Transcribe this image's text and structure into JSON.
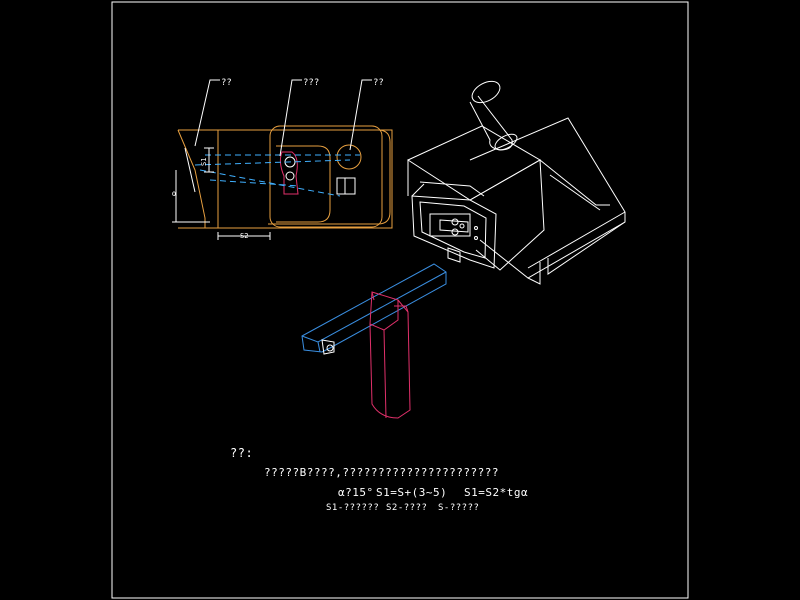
{
  "drawing": {
    "callouts": [
      "??",
      "???",
      "??"
    ],
    "dimension_s1": "S1",
    "dimension_s2": "S2",
    "angle_mark": "α"
  },
  "notes": {
    "heading": "??:",
    "line1": "?????B????,??????????????????????",
    "formula_a": "α?15°",
    "formula_b": "S1=S+(3~5)",
    "formula_c": "S1=S2*tgα",
    "legend_s1": "S1-??????",
    "legend_s2": "S2-????",
    "legend_s": "S-?????"
  },
  "colors": {
    "background": "#000000",
    "border": "#ffffff",
    "outline": "#ffffff",
    "section": "#e8a040",
    "slider": "#3a8ee0",
    "rod": "#e0306a",
    "centerline": "#40b0ff",
    "detail": "#f0e040"
  }
}
